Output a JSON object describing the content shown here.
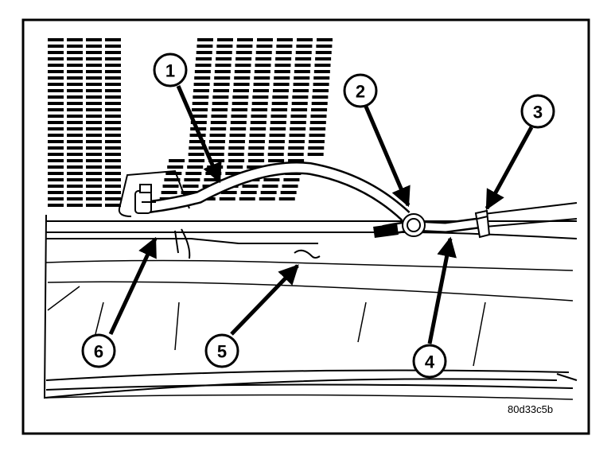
{
  "figure": {
    "image_code": "80d33c5b",
    "callouts": [
      {
        "label": "1"
      },
      {
        "label": "2"
      },
      {
        "label": "3"
      },
      {
        "label": "4"
      },
      {
        "label": "5"
      },
      {
        "label": "6"
      }
    ]
  }
}
